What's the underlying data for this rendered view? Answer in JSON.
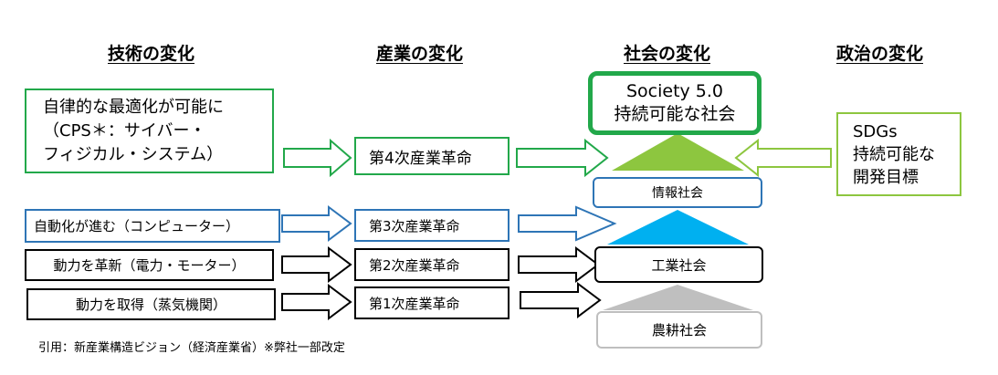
{
  "headings": {
    "technology": "技術の変化",
    "industry": "産業の変化",
    "society": "社会の変化",
    "politics": "政治の変化"
  },
  "technology": {
    "cps": [
      "自律的な最適化が可能に",
      "（CPS＊：サイバー・",
      "フィジカル・システム）"
    ],
    "automation": "自動化が進む（コンピューター）",
    "power_reform": "動力を革新（電力・モーター）",
    "power_acquire": "動力を取得（蒸気機関）"
  },
  "industry": {
    "rev4": "第4次産業革命",
    "rev3": "第3次産業革命",
    "rev2": "第2次産業革命",
    "rev1": "第1次産業革命"
  },
  "society": {
    "society5": [
      "Society 5.0",
      "持続可能な社会"
    ],
    "information": "情報社会",
    "industrial": "工業社会",
    "agricultural": "農耕社会"
  },
  "politics": {
    "sdgs": [
      "SDGs",
      "持続可能な",
      "開発目標"
    ]
  },
  "citation": "引用：新産業構造ビジョン（経済産業省）※弊社一部改定",
  "colors": {
    "green": "#22A84A",
    "light_green": "#8DC63F",
    "blue": "#2E75B6",
    "cyan": "#00B0F0",
    "gray": "#A6A6A6",
    "black": "#000000"
  }
}
